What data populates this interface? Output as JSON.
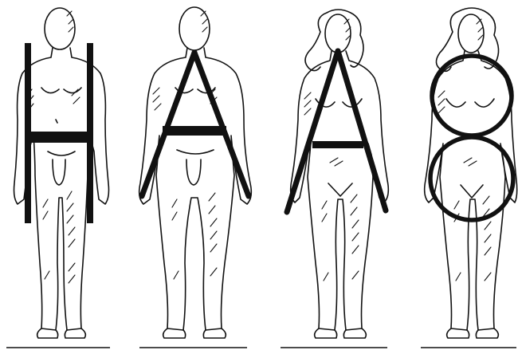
{
  "figures": [
    {
      "id": "figure-1",
      "shape": "rectangle",
      "hair": false
    },
    {
      "id": "figure-2",
      "shape": "triangle",
      "hair": false
    },
    {
      "id": "figure-3",
      "shape": "triangle",
      "hair": true
    },
    {
      "id": "figure-4",
      "shape": "figure-eight",
      "hair": true
    }
  ],
  "colors": {
    "ink": "#111111",
    "background": "#ffffff"
  }
}
